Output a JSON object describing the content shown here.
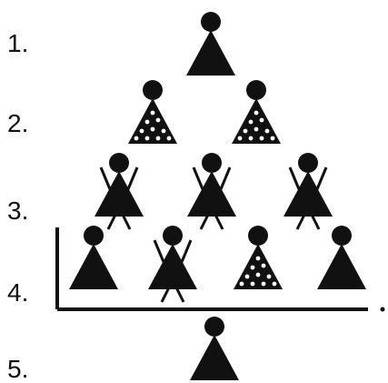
{
  "rows": [
    {
      "label": "1.",
      "figures": [
        "plain"
      ]
    },
    {
      "label": "2.",
      "figures": [
        "dotted",
        "dotted"
      ]
    },
    {
      "label": "3.",
      "figures": [
        "limbs",
        "limbs",
        "limbs"
      ]
    },
    {
      "label": "4.",
      "figures": [
        "plain",
        "limbs",
        "dotted",
        "plain"
      ]
    },
    {
      "label": "5.",
      "figures": [
        "plain"
      ]
    }
  ],
  "colors": {
    "ink": "#111111",
    "background": "#ffffff"
  }
}
